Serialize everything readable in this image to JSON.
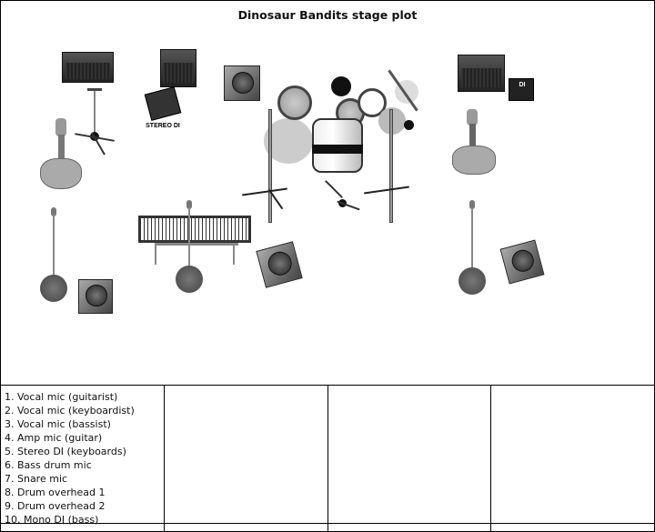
{
  "title": "Dinosaur Bandits stage plot",
  "equipment_labels": {
    "stereo_di": "STEREO DI",
    "mono_di": "DI"
  },
  "input_list": [
    "1. Vocal mic (guitarist)",
    "2. Vocal mic (keyboardist)",
    "3. Vocal mic (bassist)",
    "4. Amp mic (guitar)",
    "5. Stereo DI (keyboards)",
    "6. Bass drum mic",
    "7. Snare mic",
    "8. Drum overhead 1",
    "9. Drum overhead 2",
    "10. Mono DI (bass)"
  ]
}
